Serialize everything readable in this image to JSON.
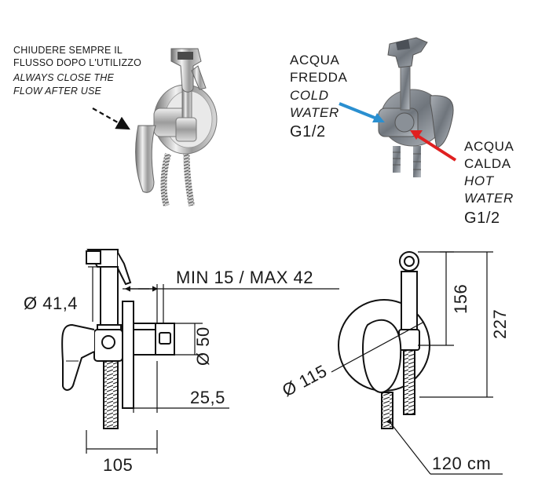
{
  "notes": {
    "line1": "CHIUDERE SEMPRE IL",
    "line2": "FLUSSO DOPO L'UTILIZZO",
    "line3": "ALWAYS CLOSE THE",
    "line4": "FLOW AFTER  USE"
  },
  "cold": {
    "it": "ACQUA",
    "it2": "FREDDA",
    "en": "COLD",
    "en2": "WATER",
    "thread": "G1/2",
    "arrow_color": "#2a8fd0"
  },
  "hot": {
    "it": "ACQUA",
    "it2": "CALDA",
    "en": "HOT",
    "en2": "WATER",
    "thread": "G1/2",
    "arrow_color": "#e02020"
  },
  "dimensions": {
    "min_max": "MIN 15 / MAX 42",
    "plate_diameter_side": "Ø 41,4",
    "body_diameter": "Ø 50",
    "offset": "25,5",
    "depth": "105",
    "plate_diameter_front": "Ø 115",
    "height_to_outlet": "156",
    "total_height": "227",
    "hose_length": "120 cm"
  }
}
